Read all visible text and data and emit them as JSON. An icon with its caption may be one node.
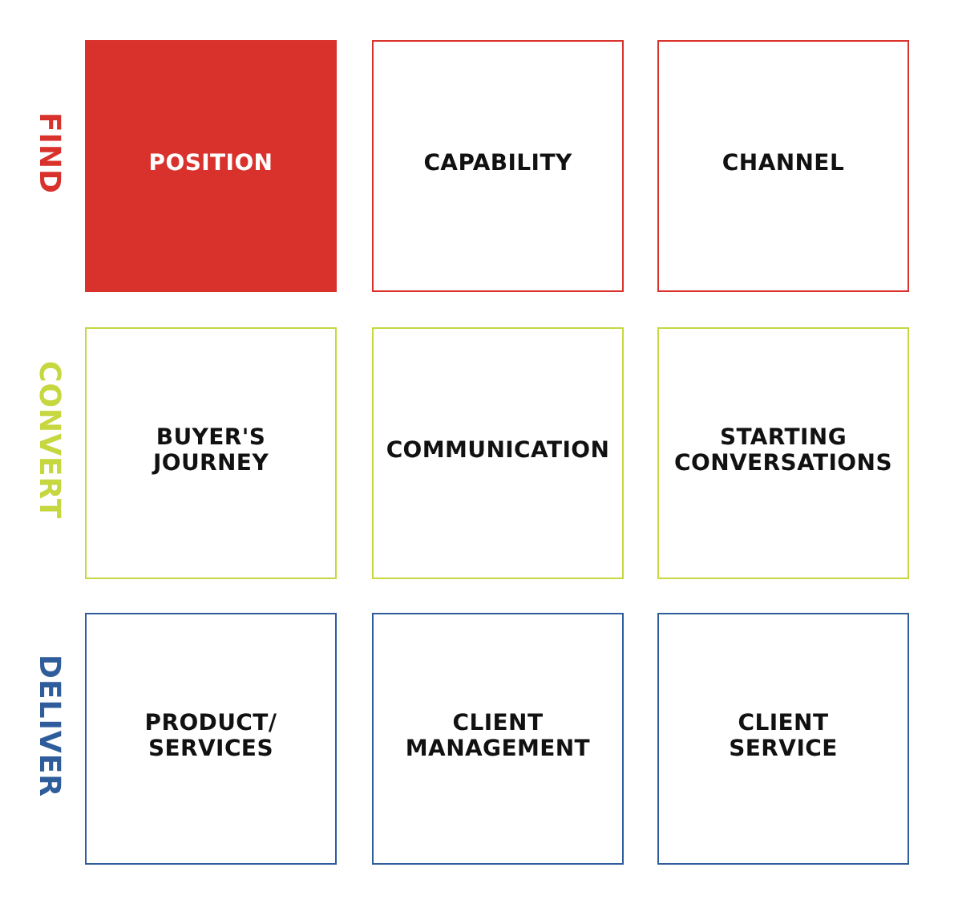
{
  "diagram": {
    "nodes": [
      {
        "text": [
          "POSITION"
        ]
      },
      {
        "text": [
          "CAPABILITY"
        ]
      },
      {
        "text": [
          "CHANNEL"
        ]
      },
      {
        "text": [
          "BUYER'S JOURNEY"
        ]
      },
      {
        "text": [
          "COMMUNICATION"
        ]
      },
      {
        "text": [
          "STARTING CONVERSATIONS"
        ]
      },
      {
        "text": [
          "PRODUCT/ SERVICES"
        ]
      },
      {
        "text": [
          "CLIENT MANAGEMENT"
        ]
      },
      {
        "text": [
          "CLIENT SERVICE"
        ]
      }
    ],
    "labels": [
      "FIND",
      "CONVERT",
      "DELIVER"
    ]
  }
}
